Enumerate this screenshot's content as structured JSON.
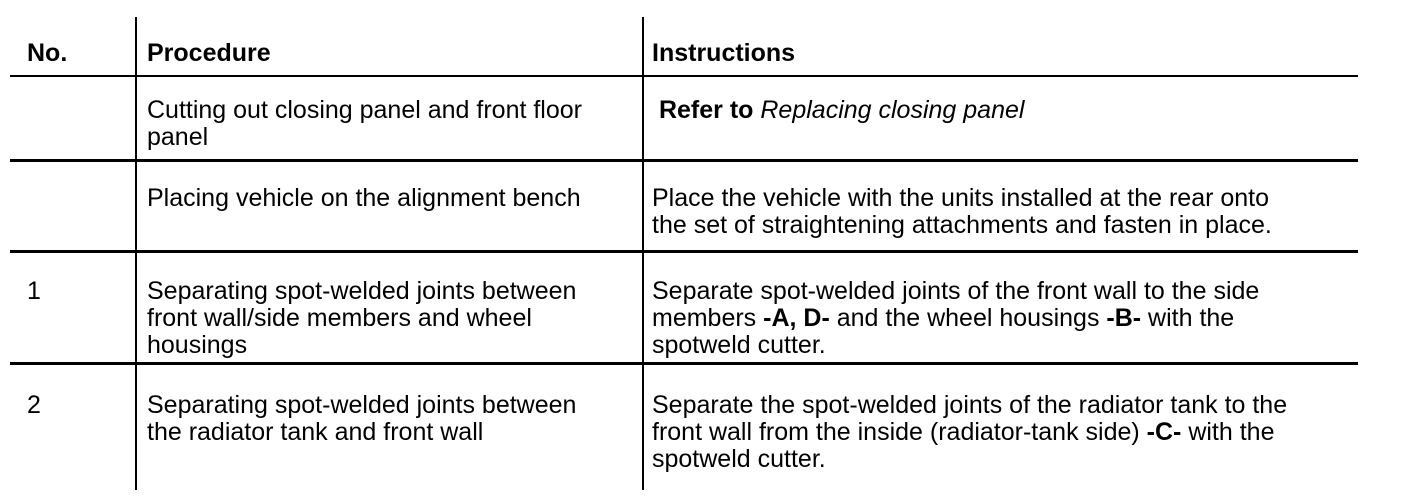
{
  "colors": {
    "text": "#000000",
    "border": "#000000",
    "background": "#ffffff"
  },
  "table": {
    "columns": [
      {
        "id": "no",
        "label": "No."
      },
      {
        "id": "procedure",
        "label": "Procedure"
      },
      {
        "id": "instructions",
        "label": "Instructions"
      }
    ],
    "rows": [
      {
        "no": "",
        "procedure_lines": [
          "Cutting out closing panel and front floor",
          "panel"
        ],
        "instruction_lines": [
          [
            {
              "text": " "
            },
            {
              "text": "Refer to",
              "bold": true
            },
            {
              "text": " "
            },
            {
              "text": "Replacing closing panel",
              "italic": true
            }
          ]
        ]
      },
      {
        "no": "",
        "procedure_lines": [
          "Placing vehicle on the alignment bench"
        ],
        "instruction_lines": [
          [
            {
              "text": "Place the vehicle with the units installed at the rear onto"
            }
          ],
          [
            {
              "text": "the set of straightening attachments and fasten in place."
            }
          ]
        ]
      },
      {
        "no": "1",
        "procedure_lines": [
          "Separating spot-welded joints between",
          "front wall/side members and wheel",
          "housings"
        ],
        "instruction_lines": [
          [
            {
              "text": "Separate spot-welded joints of the front wall to the side"
            }
          ],
          [
            {
              "text": "members "
            },
            {
              "text": "-A, D-",
              "bold": true
            },
            {
              "text": " and the wheel housings "
            },
            {
              "text": "-B-",
              "bold": true
            },
            {
              "text": " with the"
            }
          ],
          [
            {
              "text": "spotweld cutter."
            }
          ]
        ]
      },
      {
        "no": "2",
        "procedure_lines": [
          "Separating spot-welded joints between",
          "the radiator tank and front wall"
        ],
        "instruction_lines": [
          [
            {
              "text": "Separate the spot-welded joints of the radiator tank to the"
            }
          ],
          [
            {
              "text": "front wall from the inside (radiator-tank side) "
            },
            {
              "text": "-C-",
              "bold": true
            },
            {
              "text": " with the"
            }
          ],
          [
            {
              "text": "spotweld cutter."
            }
          ]
        ]
      }
    ]
  }
}
